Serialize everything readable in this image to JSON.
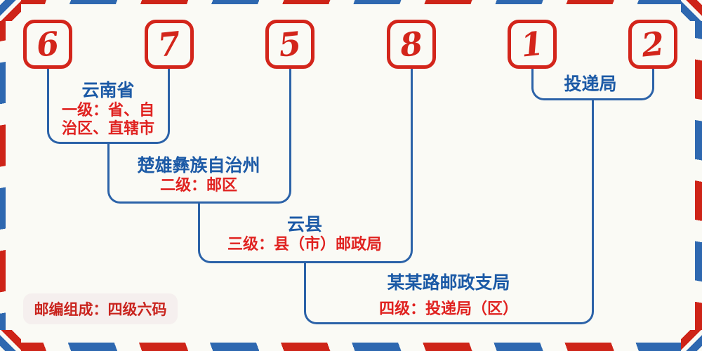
{
  "postal_code_digits": [
    "6",
    "7",
    "5",
    "8",
    "1",
    "2"
  ],
  "annotations": {
    "level1": {
      "region": "云南省",
      "meaning_line1": "一级：省、自",
      "meaning_line2": "治区、直辖市"
    },
    "level2": {
      "region": "楚雄彝族自治州",
      "meaning": "二级：邮区"
    },
    "level3": {
      "region": "云县",
      "meaning": "三级：县（市）邮政局"
    },
    "level4": {
      "region": "某某路邮政支局",
      "meaning": "四级：投递局（区）"
    },
    "delivery": {
      "label": "投递局"
    }
  },
  "badge": {
    "text": "邮编组成：四级六码"
  },
  "colors": {
    "stripe_red": "#ce2418",
    "stripe_blue": "#2e68b0",
    "digit_red": "#d3251b",
    "connector_blue": "#2b62a8",
    "region_blue": "#1c5aa6",
    "meaning_red": "#e02220",
    "background": "#fafaf5",
    "badge_background": "#f5efee"
  }
}
